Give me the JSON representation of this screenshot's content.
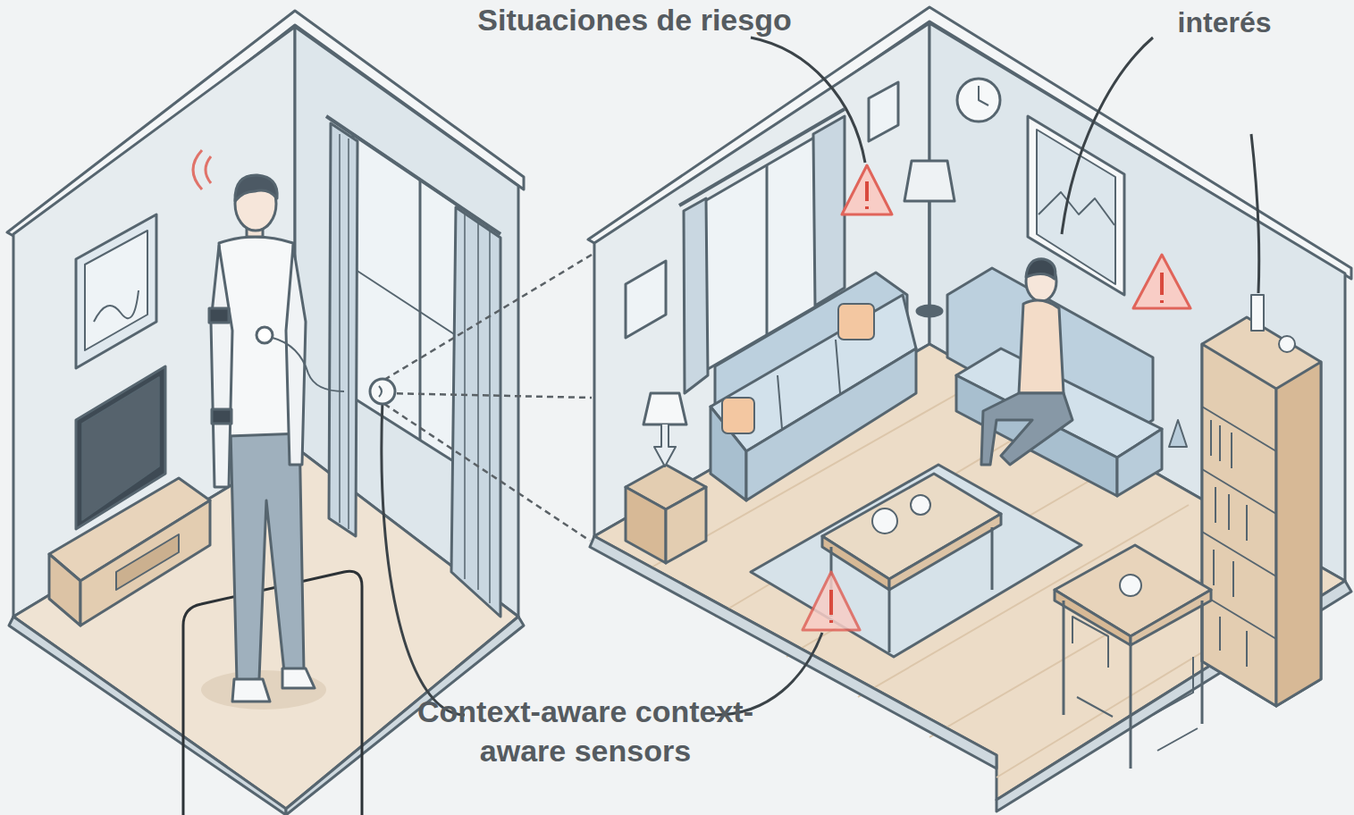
{
  "diagram": {
    "labels": [
      "Situaciones de riesgo",
      "interés",
      "Context-aware context-aware sensors"
    ]
  }
}
